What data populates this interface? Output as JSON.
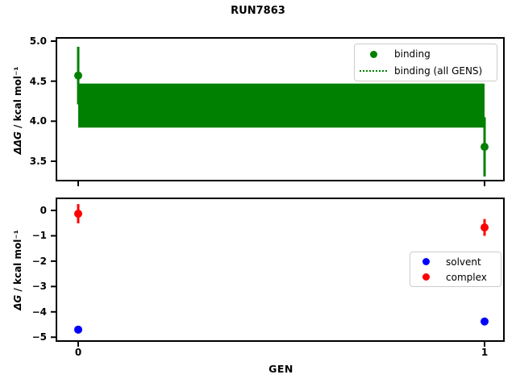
{
  "figure_title": "RUN7863",
  "colors": {
    "binding": "#008000",
    "solvent": "#0000ff",
    "complex": "#ff0000",
    "axis": "#000000",
    "legend_border": "#cccccc",
    "background": "#ffffff"
  },
  "chart_data": [
    {
      "type": "scatter",
      "title": "RUN7863",
      "xlabel": "",
      "ylabel": "ΔΔG / kcal mol⁻¹",
      "ylabel_italic": "ΔΔG",
      "ylabel_rest": " / kcal mol⁻¹",
      "xlim": [
        -0.054,
        1.048
      ],
      "ylim": [
        3.26,
        5.03
      ],
      "xticks": [
        0,
        1
      ],
      "xtick_labels": [],
      "yticks": [
        5.0,
        4.5,
        4.0,
        3.5
      ],
      "ytick_labels": [
        "5.0",
        "4.5",
        "4.0",
        "3.5"
      ],
      "grid": false,
      "legend_position": "upper right",
      "series": [
        {
          "name": "binding",
          "color": "#008000",
          "marker": "circle",
          "x": [
            0,
            1
          ],
          "y": [
            4.57,
            3.68
          ],
          "yerr": [
            0.36,
            0.37
          ]
        }
      ],
      "band": {
        "name": "binding (all GENS)",
        "color": "#008000",
        "line_style": "dotted",
        "mean": 4.19,
        "lower": 3.92,
        "upper": 4.47,
        "x_start": 0,
        "x_end": 1
      },
      "legend": {
        "items": [
          {
            "label": "binding",
            "handle": "dot",
            "color": "#008000"
          },
          {
            "label": "binding (all GENS)",
            "handle": "dotted-line",
            "color": "#008000"
          }
        ]
      }
    },
    {
      "type": "scatter",
      "title": "",
      "xlabel": "GEN",
      "ylabel": "ΔG / kcal mol⁻¹",
      "ylabel_italic": "ΔG",
      "ylabel_rest": " / kcal mol⁻¹",
      "xlim": [
        -0.054,
        1.048
      ],
      "ylim": [
        -5.17,
        0.51
      ],
      "xticks": [
        0,
        1
      ],
      "xtick_labels": [
        "0",
        "1"
      ],
      "yticks": [
        0,
        -1,
        -2,
        -3,
        -4,
        -5
      ],
      "ytick_labels": [
        "0",
        "−1",
        "−2",
        "−3",
        "−4",
        "−5"
      ],
      "grid": false,
      "legend_position": "center right",
      "series": [
        {
          "name": "solvent",
          "color": "#0000ff",
          "marker": "circle",
          "x": [
            0,
            1
          ],
          "y": [
            -4.7,
            -4.38
          ],
          "yerr": [
            0.15,
            0.15
          ]
        },
        {
          "name": "complex",
          "color": "#ff0000",
          "marker": "circle",
          "x": [
            0,
            1
          ],
          "y": [
            -0.13,
            -0.67
          ],
          "yerr": [
            0.38,
            0.33
          ]
        }
      ],
      "legend": {
        "items": [
          {
            "label": "solvent",
            "handle": "dot",
            "color": "#0000ff"
          },
          {
            "label": "complex",
            "handle": "dot",
            "color": "#ff0000"
          }
        ]
      }
    }
  ]
}
